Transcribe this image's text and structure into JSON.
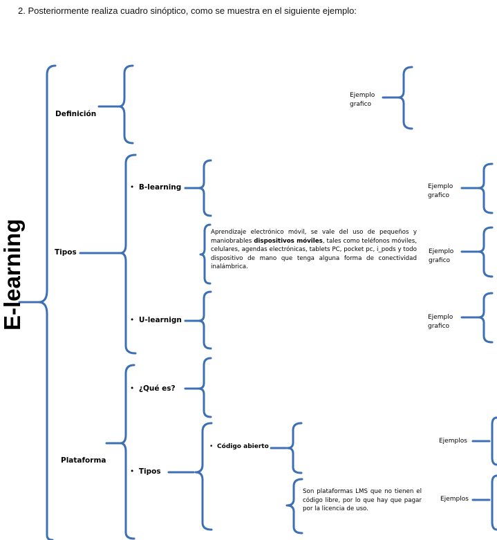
{
  "instruction": "2.  Posteriormente realiza cuadro sinóptico, como se muestra en el siguiente ejemplo:",
  "root_title": "E-learning",
  "sections": {
    "definicion": "Definición",
    "tipos": "Tipos",
    "plataforma": "Plataforma"
  },
  "tipos_items": {
    "b_learning": "B-learning",
    "u_learning": "U-learnign"
  },
  "plataforma_items": {
    "que_es": "¿Qué es?",
    "tipos": "Tipos"
  },
  "codigo_abierto": "Código abierto",
  "mobile_paragraph": {
    "before_bold": "Aprendizaje electrónico móvil, se vale del uso de pequeños y maniobrables ",
    "bold": "dispositivos móviles",
    "after_bold": ", tales como teléfonos móviles, celulares, agendas electrónicas, tablets PC, pocket pc, i_pods y todo dispositivo de mano que tenga alguna forma de conectividad inalámbrica."
  },
  "lms_paragraph": "Son plataformas LMS que no tienen el código libre, por lo que hay que pagar por la licencia de uso.",
  "example_labels": {
    "ejemplo_grafico_line1": "Ejemplo",
    "ejemplo_grafico_line2": "grafico",
    "ejemplos": "Ejemplos"
  },
  "bullet": "•",
  "colors": {
    "brace": "#3d6fb4",
    "text": "#000000"
  }
}
